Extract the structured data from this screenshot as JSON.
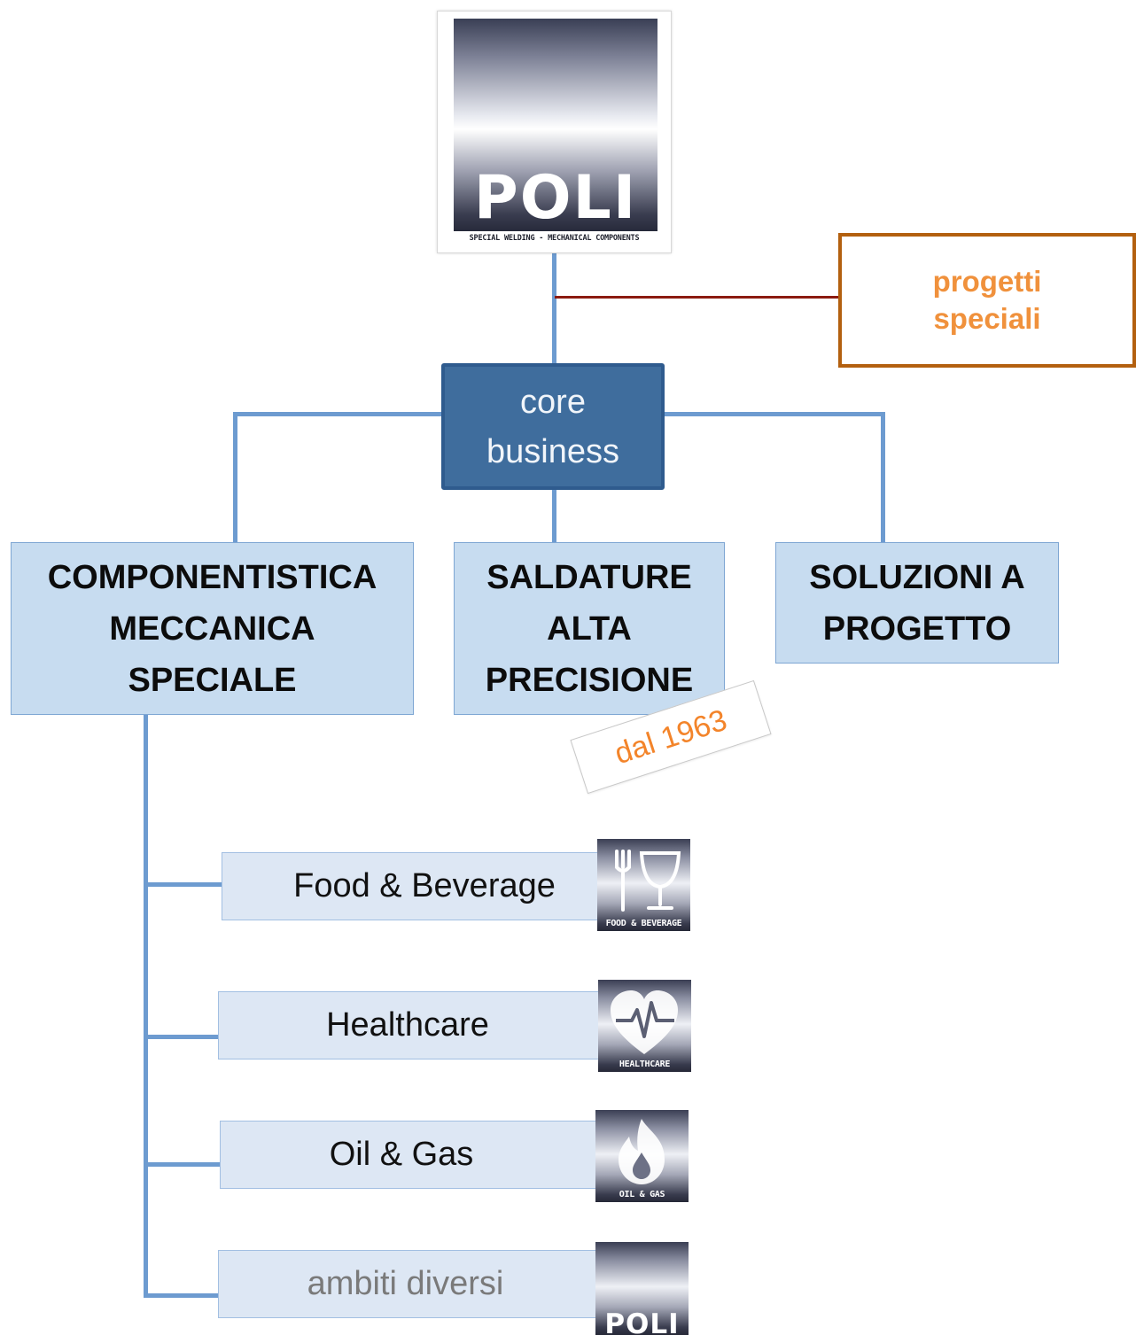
{
  "logo": {
    "brand": "POLI",
    "tagline": "SPECIAL WELDING - MECHANICAL COMPONENTS"
  },
  "special_projects": "progetti speciali",
  "core": "core business",
  "categories": [
    "COMPONENTISTICA MECCANICA SPECIALE",
    "SALDATURE ALTA PRECISIONE",
    "SOLUZIONI A PROGETTO"
  ],
  "badge": "dal 1963",
  "sectors": [
    {
      "label": "Food & Beverage",
      "icon": "fork-glass-icon",
      "icon_caption": "FOOD & BEVERAGE"
    },
    {
      "label": "Healthcare",
      "icon": "heart-pulse-icon",
      "icon_caption": "HEALTHCARE"
    },
    {
      "label": "Oil & Gas",
      "icon": "flame-drop-icon",
      "icon_caption": "OIL & GAS"
    },
    {
      "label": "ambiti diversi",
      "icon": "poli-logo-icon",
      "icon_caption": "POLI"
    }
  ],
  "colors": {
    "connector": "#6d9bd0",
    "core_fill": "#3f6d9d",
    "category_fill": "#c7dcf0",
    "sector_fill": "#dde7f4",
    "special_border": "#b3600f",
    "special_text": "#f0913c",
    "badge_text": "#f3842a",
    "muted_text": "#7a7a7a"
  }
}
